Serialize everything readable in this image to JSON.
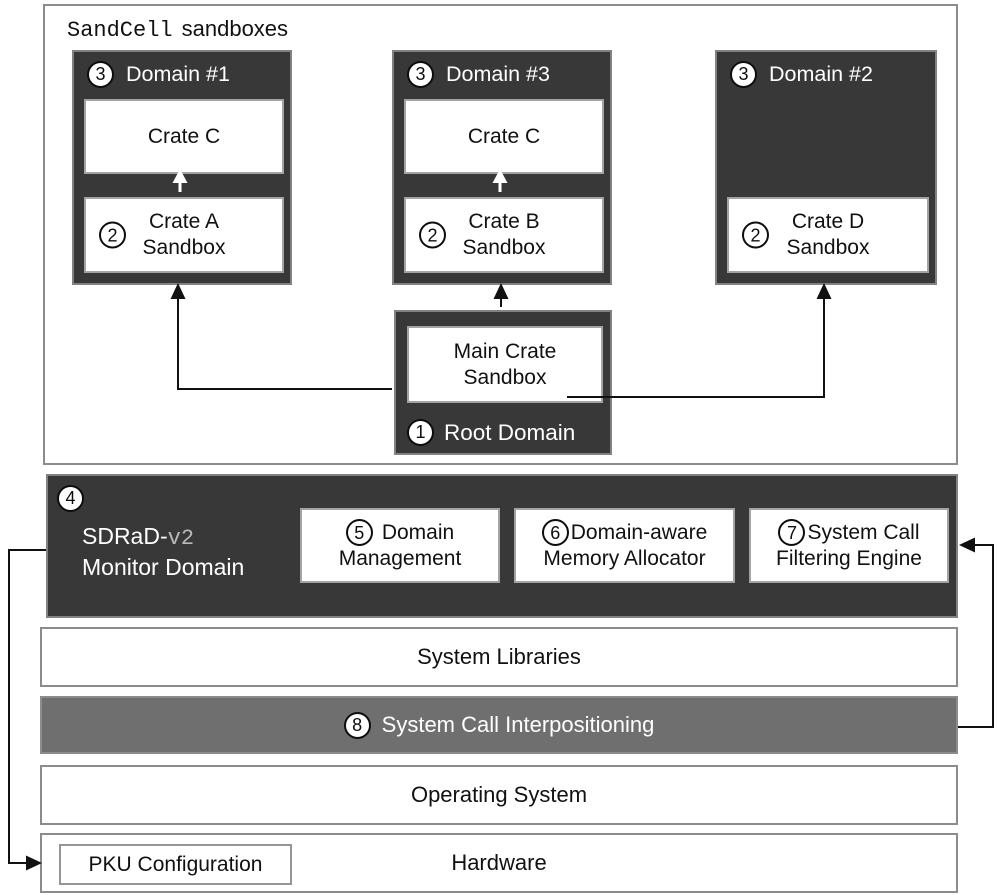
{
  "sandcell": {
    "title_product": "SandCell",
    "title_suffix": "sandboxes",
    "domains": [
      {
        "badge": "3",
        "name": "Domain #1",
        "top_crate": "Crate C",
        "sandbox": {
          "badge": "2",
          "line1": "Crate A",
          "line2": "Sandbox"
        }
      },
      {
        "badge": "3",
        "name": "Domain #3",
        "top_crate": "Crate C",
        "sandbox": {
          "badge": "2",
          "line1": "Crate B",
          "line2": "Sandbox"
        }
      },
      {
        "badge": "3",
        "name": "Domain #2",
        "sandbox": {
          "badge": "2",
          "line1": "Crate D",
          "line2": "Sandbox"
        }
      }
    ],
    "root": {
      "badge": "1",
      "label": "Root Domain",
      "sandbox": {
        "line1": "Main Crate",
        "line2": "Sandbox"
      }
    }
  },
  "monitor": {
    "badge": "4",
    "name_prefix": "SDRaD-",
    "name_version": "v2",
    "name_line2": "Monitor Domain",
    "modules": [
      {
        "badge": "5",
        "line1": "Domain",
        "line2": "Management"
      },
      {
        "badge": "6",
        "line1": "Domain-aware",
        "line2": "Memory Allocator"
      },
      {
        "badge": "7",
        "line1": "System Call",
        "line2": "Filtering Engine"
      }
    ]
  },
  "layers": {
    "system_libraries": "System Libraries",
    "interpositioning": {
      "badge": "8",
      "label": "System Call Interpositioning"
    },
    "operating_system": "Operating System",
    "hardware": "Hardware",
    "pku_configuration": "PKU Configuration"
  },
  "colors": {
    "domain_dark": "#383838",
    "interposition_gray": "#6f6f6f",
    "border_gray": "#8c8c8c",
    "version_text": "#b9b9b9"
  }
}
